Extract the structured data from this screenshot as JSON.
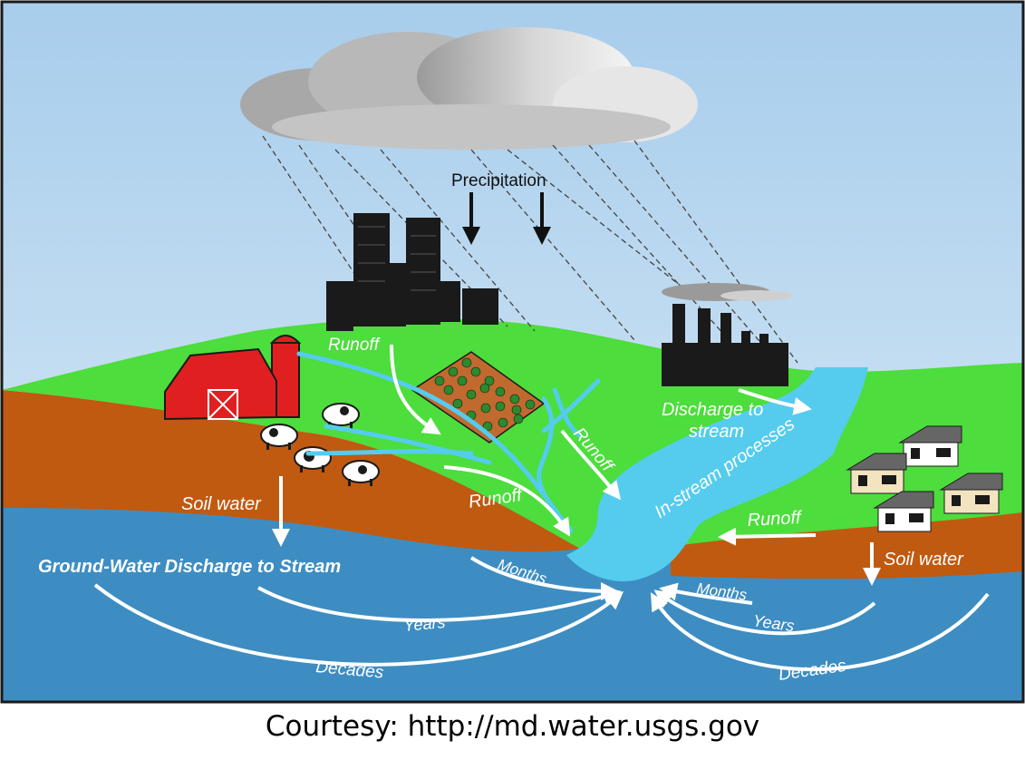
{
  "labels": {
    "precipitation": "Precipitation",
    "runoff_top": "Runoff",
    "runoff_middle": "Runoff",
    "runoff_diagonal": "Runoff",
    "runoff_right": "Runoff",
    "discharge_line1": "Discharge to",
    "discharge_line2": "stream",
    "instream": "In-stream processes",
    "soil_water_left": "Soil water",
    "soil_water_right": "Soil water",
    "groundwater_discharge": "Ground-Water Discharge to Stream",
    "months_left": "Months",
    "months_right": "Months",
    "years_left": "Years",
    "years_right": "Years",
    "decades_left": "Decades",
    "decades_right": "Decades"
  },
  "caption": "Courtesy: http://md.water.usgs.gov",
  "colors": {
    "sky": "#bcd8ee",
    "ground_water": "#3d8dc2",
    "soil": "#c05a10",
    "land": "#4ddd3c",
    "stream": "#55ccee",
    "barn": "#e02020",
    "buildings": "#1a1a1a"
  }
}
